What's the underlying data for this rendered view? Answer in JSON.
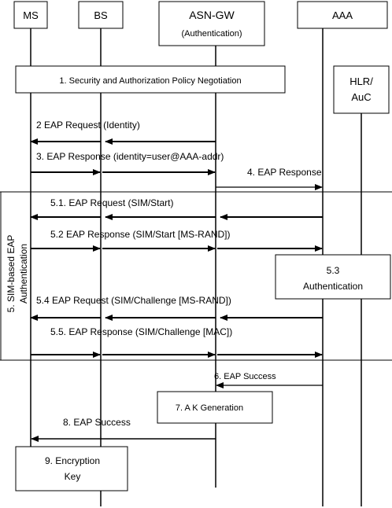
{
  "entities": {
    "ms": "MS",
    "bs": "BS",
    "asn_gw": "ASN-GW",
    "asn_gw_sub": "(Authentication)",
    "aaa": "AAA",
    "hlr_line1": "HLR/",
    "hlr_line2": "AuC"
  },
  "steps": {
    "s1": "1. Security and Authorization Policy Negotiation",
    "s2": "2 EAP Request (Identity)",
    "s3": "3. EAP Response (identity=user@AAA-addr)",
    "s4": "4. EAP Response",
    "s5_1": "5.1. EAP Request (SIM/Start)",
    "s5_2": "5.2 EAP Response (SIM/Start [MS-RAND])",
    "s5_3_line1": "5.3",
    "s5_3_line2": "Authentication",
    "s5_4": "5.4 EAP Request (SIM/Challenge [MS-RAND])",
    "s5_5": "5.5. EAP Response (SIM/Challenge [MAC])",
    "s6": "6. EAP Success",
    "s7": "7. A K Generation",
    "s8": "8. EAP   Success",
    "s9_line1": "9. Encryption",
    "s9_line2": "Key"
  },
  "group": {
    "line1": "5. SIM-based EAP",
    "line2": "Authentication"
  }
}
